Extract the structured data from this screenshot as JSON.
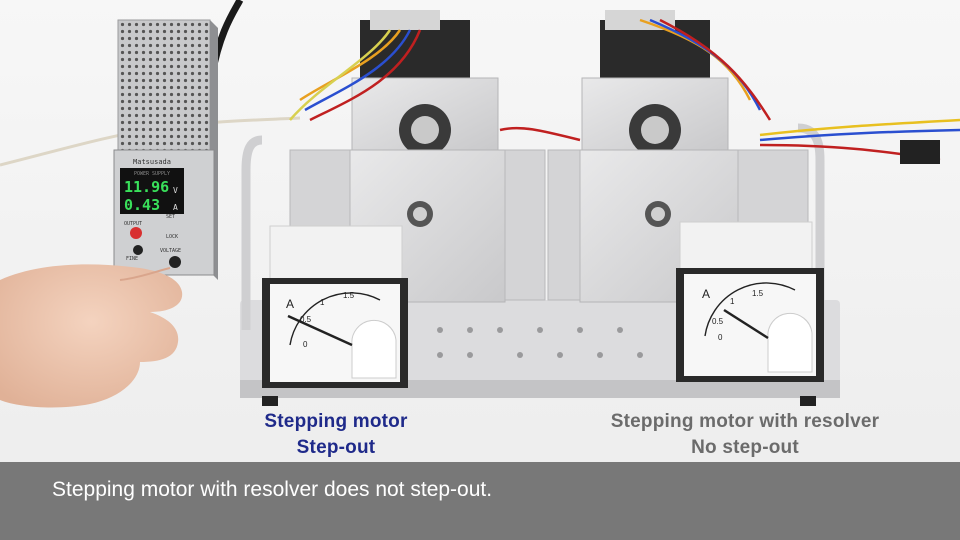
{
  "power_supply": {
    "brand": "Matsusada",
    "model_label": "POWER SUPPLY",
    "voltage_display": "11.96",
    "current_display": "0.43",
    "unit_v": "V",
    "unit_a": "A",
    "output_label": "OUTPUT",
    "fine_label": "FINE",
    "voltage_label": "VOLTAGE",
    "lock_label": "LOCK",
    "set_label": "SET"
  },
  "left_meter": {
    "unit": "A",
    "scale": [
      "0",
      "0.5",
      "1",
      "1.5"
    ]
  },
  "right_meter": {
    "unit": "A",
    "scale": [
      "0",
      "0.5",
      "1",
      "1.5"
    ]
  },
  "labels": {
    "left_line1": "Stepping motor",
    "left_line2": "Step-out",
    "right_line1": "Stepping motor with resolver",
    "right_line2": "No step-out"
  },
  "caption": "Stepping motor with resolver does not step-out.",
  "colors": {
    "left_label": "#1f2a8a",
    "right_label": "#6b6b6b",
    "display_green": "#39e05a",
    "caption_bar": "#6e6e6e"
  }
}
